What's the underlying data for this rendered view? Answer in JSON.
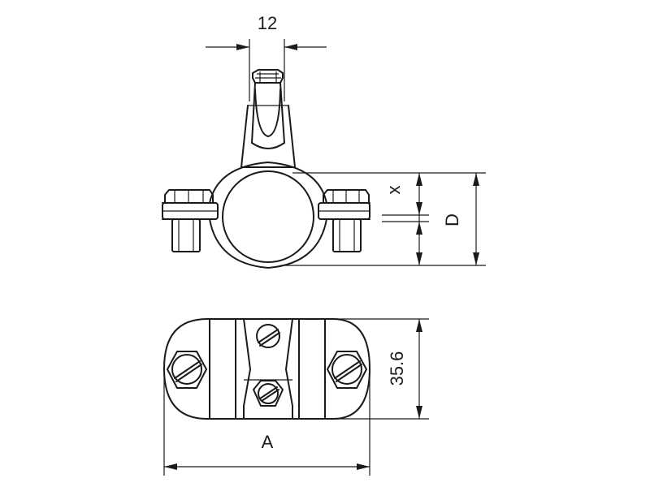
{
  "dimensions": {
    "width_label": "12",
    "x_label": "x",
    "diameter_label": "D",
    "height_label": "35.6",
    "length_label": "A"
  }
}
